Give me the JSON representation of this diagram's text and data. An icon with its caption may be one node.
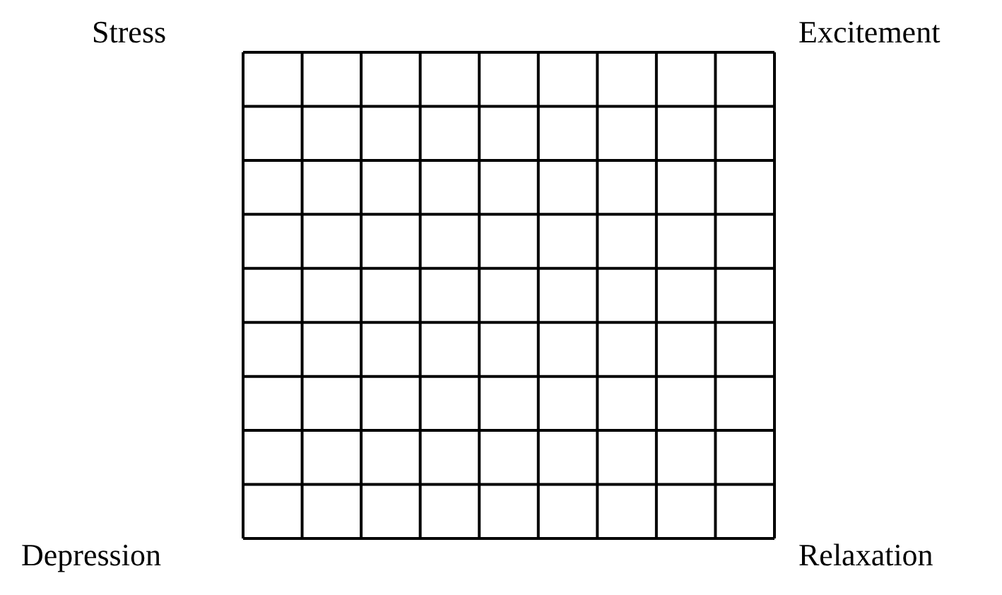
{
  "diagram": {
    "labels": [
      "Stress",
      "Excitement",
      "Depression",
      "Relaxation"
    ]
  }
}
